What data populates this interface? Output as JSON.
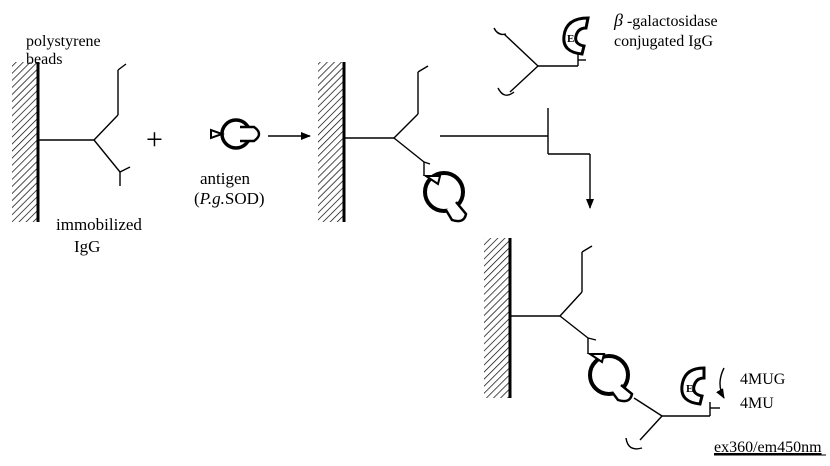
{
  "labels": {
    "polystyrene": "polystyrene",
    "beads": "beads",
    "immobilized": "immobilized",
    "igg": "IgG",
    "plus": "+",
    "antigen": "antigen",
    "antigen_paren_open": "(",
    "antigen_italic": "P.g.",
    "antigen_rest": "SOD)",
    "beta": "β",
    "galactosidase": " -galactosidase",
    "conjugated": "conjugated IgG",
    "enzyme_letter": "E",
    "substrate": "4MUG",
    "product": "4MU",
    "detection": "ex360/em450nm"
  }
}
